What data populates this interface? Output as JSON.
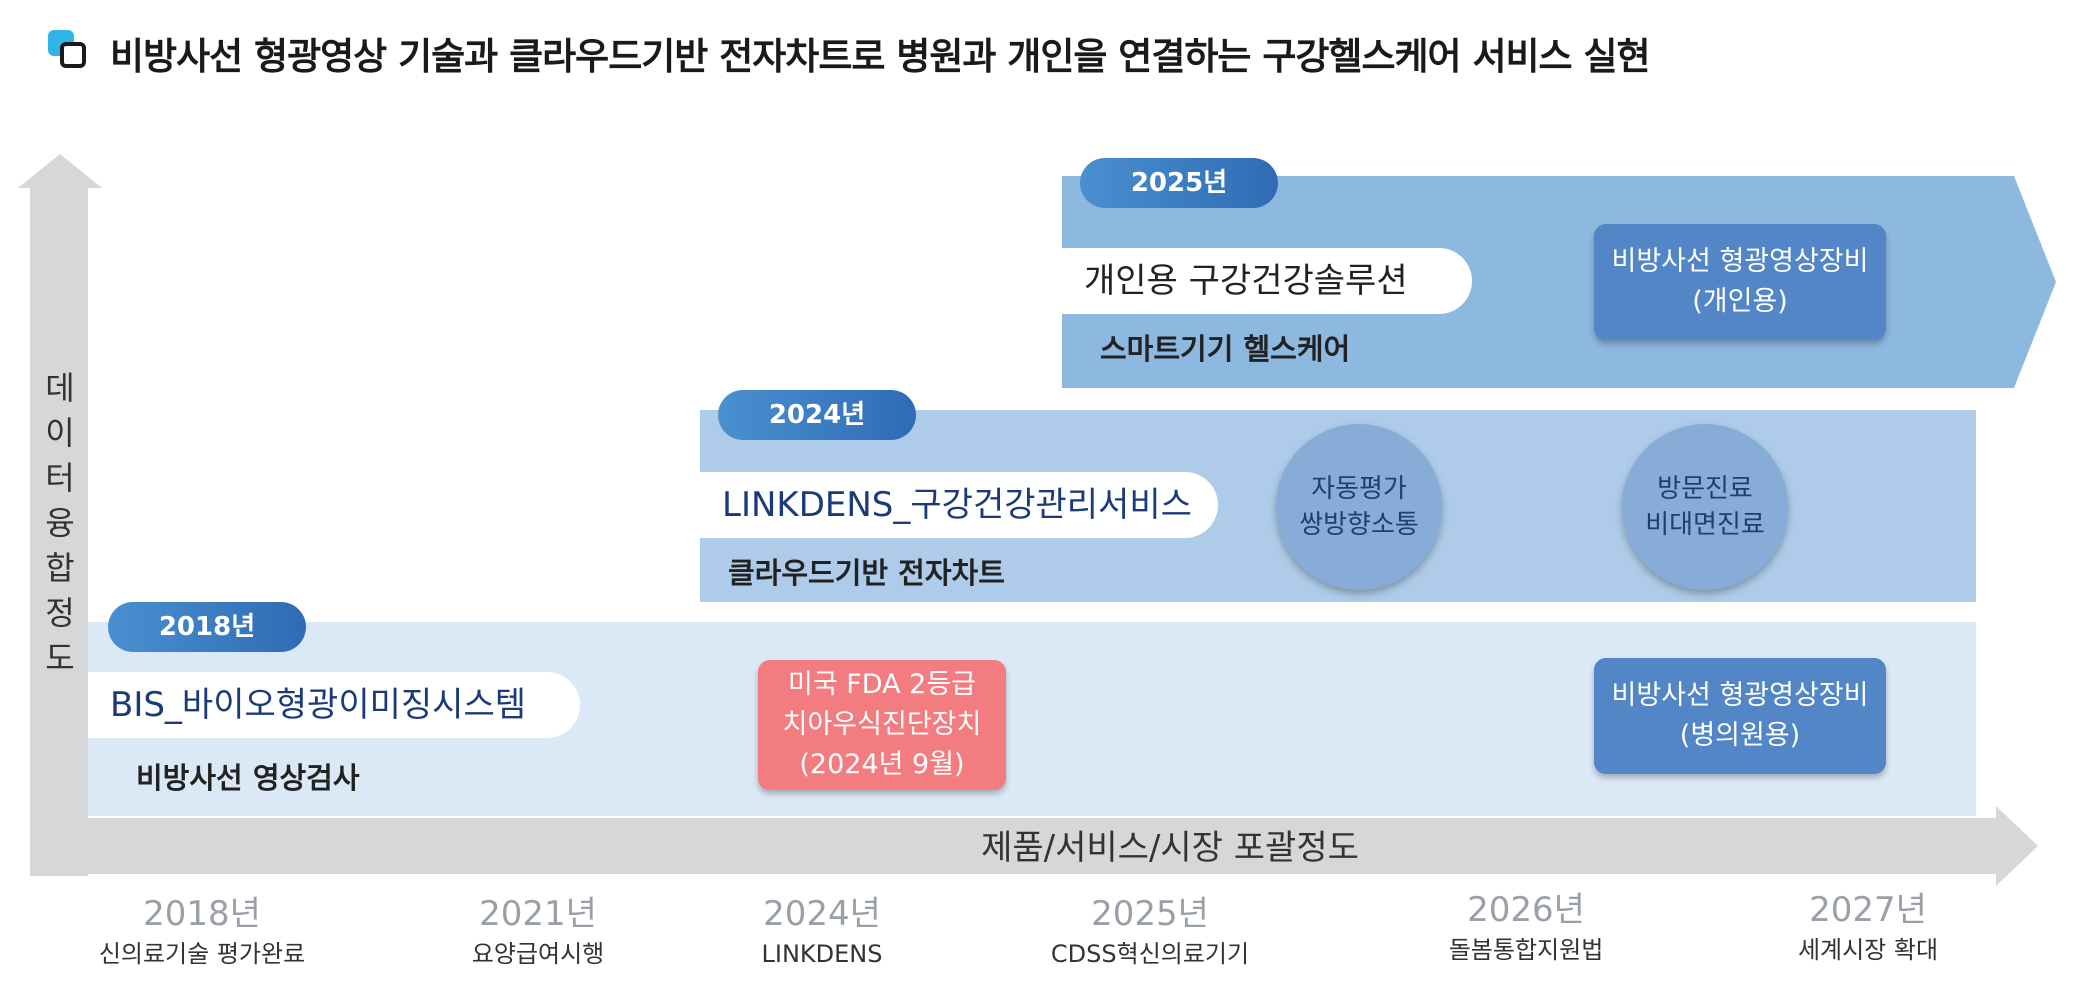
{
  "title": "비방사선 형광영상 기술과 클라우드기반 전자차트로 병원과 개인을 연결하는 구강헬스케어 서비스 실현",
  "title_icon": "overlapping-squares-icon",
  "axes": {
    "vertical": "데이터 융합정도",
    "horizontal": "제품/서비스/시장 포괄정도"
  },
  "bands": {
    "b2018": {
      "year": "2018년",
      "name": "BIS_바이오형광이미징시스템",
      "sub": "비방사선 영상검사",
      "fda_box": {
        "line1": "미국 FDA 2등급",
        "line2": "치아우식진단장치",
        "line3": "(2024년 9월)"
      },
      "device_box": {
        "line1": "비방사선 형광영상장비",
        "line2": "(병의원용)"
      }
    },
    "b2024": {
      "year": "2024년",
      "name": "LINKDENS_구강건강관리서비스",
      "sub": "클라우드기반 전자차트",
      "circle1": {
        "line1": "자동평가",
        "line2": "쌍방향소통"
      },
      "circle2": {
        "line1": "방문진료",
        "line2": "비대면진료"
      }
    },
    "b2025": {
      "year": "2025년",
      "name": "개인용 구강건강솔루션",
      "sub": "스마트기기 헬스케어",
      "device_box": {
        "line1": "비방사선 형광영상장비",
        "line2": "(개인용)"
      }
    }
  },
  "timeline": [
    {
      "year": "2018년",
      "desc": "신의료기술 평가완료"
    },
    {
      "year": "2021년",
      "desc": "요양급여시행"
    },
    {
      "year": "2024년",
      "desc": "LINKDENS"
    },
    {
      "year": "2025년",
      "desc": "CDSS혁신의료기기"
    },
    {
      "year": "2026년",
      "desc": "돌봄통합지원법"
    },
    {
      "year": "2027년",
      "desc": "세계시장 확대"
    }
  ],
  "colors": {
    "band_2018": "#dbe8f5",
    "band_2024": "#aecce9",
    "band_2025": "#8db8e0",
    "accent_blue": "#5286c6",
    "accent_red": "#f27c80",
    "pill_blue": "#2f6bb4",
    "name_text": "#1b3a7a"
  }
}
